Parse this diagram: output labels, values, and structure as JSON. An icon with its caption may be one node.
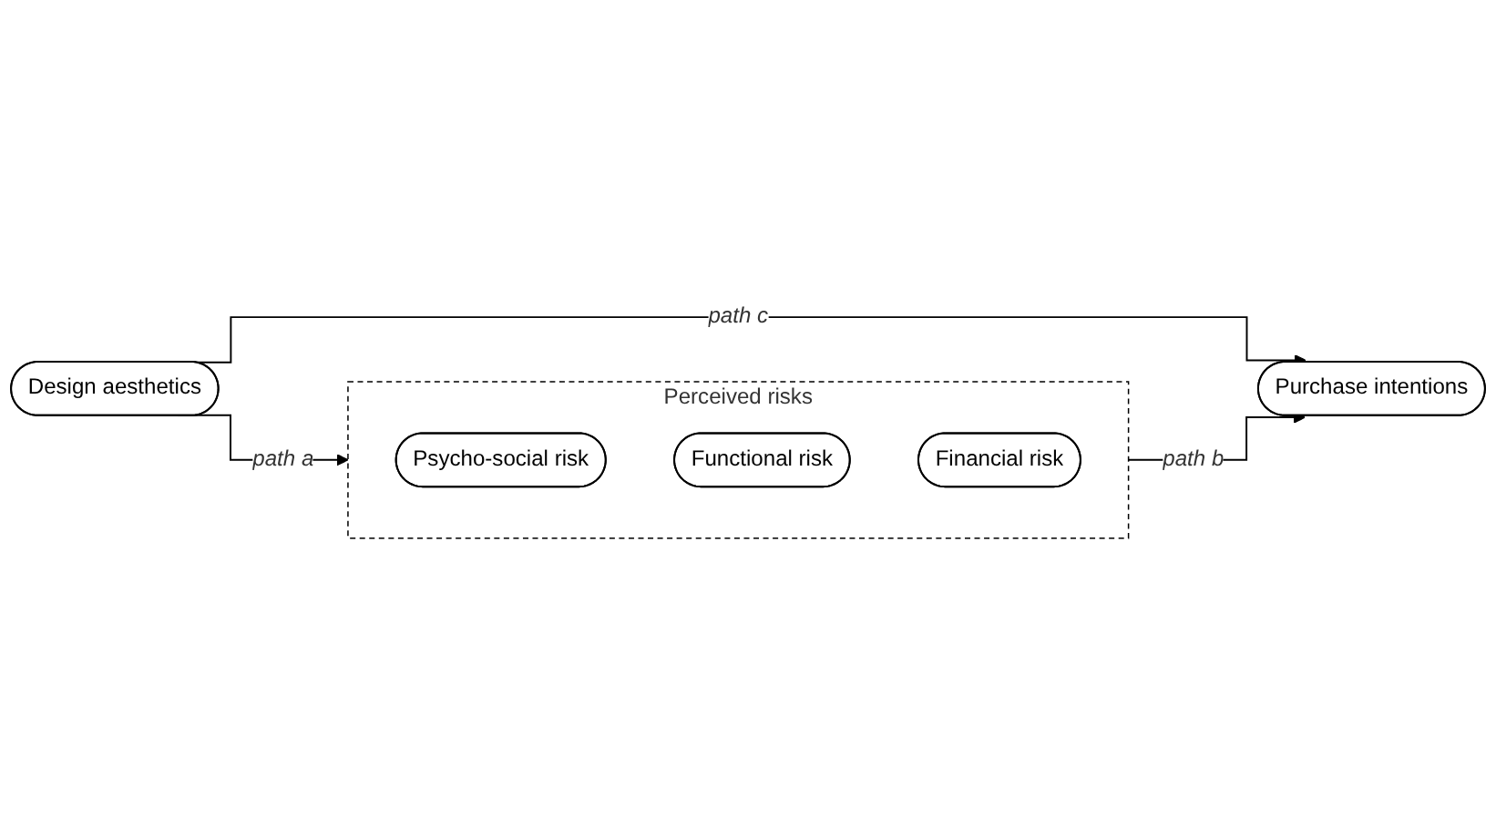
{
  "diagram": {
    "nodes": [
      {
        "text": [
          "Perceived risks"
        ]
      },
      {
        "text": [
          "Psycho-social risk"
        ],
        "in": 0
      },
      {
        "text": [
          "Functional risk"
        ],
        "in": 0
      },
      {
        "text": [
          "Financial risk"
        ],
        "in": 0
      },
      {
        "text": [
          "Design aesthetics"
        ]
      },
      {
        "text": [
          "Purchase intentions"
        ]
      }
    ],
    "edges": [
      {
        "from": 4,
        "to": 0,
        "arrow": "to",
        "label": "path a"
      },
      {
        "from": 0,
        "to": 5,
        "arrow": "to",
        "label": "path b"
      },
      {
        "from": 4,
        "to": 5,
        "arrow": "to",
        "label": "path c"
      }
    ]
  }
}
